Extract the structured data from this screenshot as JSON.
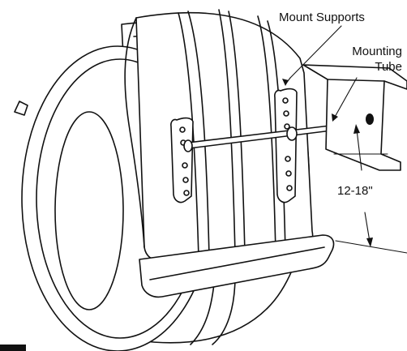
{
  "labels": {
    "mount_supports": "Mount Supports",
    "mounting_line1": "Mounting",
    "mounting_line2": "Tube",
    "distance": "12-18\""
  },
  "colors": {
    "ink": "#111111",
    "paper": "#ffffff"
  }
}
